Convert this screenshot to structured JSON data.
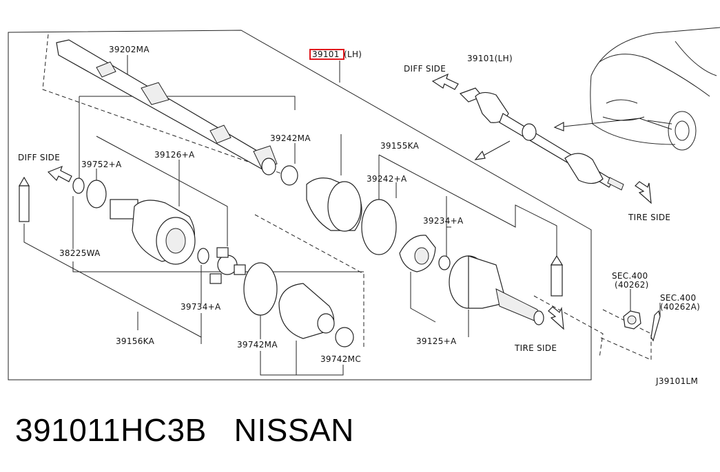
{
  "labels": {
    "p39202MA": "39202MA",
    "p39101_hl": "39101",
    "p39101_hl_suffix": "(LH)",
    "p39101_right": "39101(LH)",
    "diff_side_top": "DIFF SIDE",
    "diff_side_left": "DIFF SIDE",
    "p39242MA": "39242MA",
    "p39155KA": "39155KA",
    "p39752A": "39752+A",
    "p39126A": "39126+A",
    "p39242A": "39242+A",
    "p39234A": "39234+A",
    "p38225WA": "38225WA",
    "p39734A": "39734+A",
    "p39156KA": "39156KA",
    "p39742MA": "39742MA",
    "p39742MC": "39742MC",
    "p39125A": "39125+A",
    "tire_side_mid": "TIRE SIDE",
    "tire_side_right": "TIRE SIDE",
    "sec400_a": "SEC.400",
    "p40262": "(40262)",
    "sec400_b": "SEC.400",
    "p40262A": "(40262A)",
    "diagram_code": "J39101LM"
  },
  "footer": {
    "part_number": "391011HC3B",
    "brand": "NISSAN"
  },
  "colors": {
    "highlight": "#e0161b",
    "line": "#222222"
  }
}
